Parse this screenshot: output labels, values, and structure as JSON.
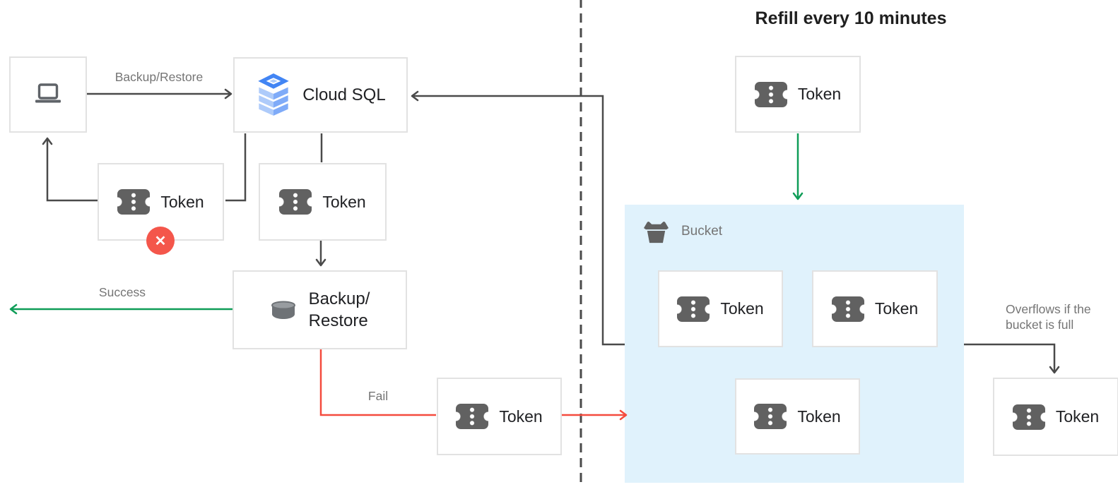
{
  "title": "Refill every 10 minutes",
  "nodes": {
    "cloud_sql": {
      "label": "Cloud SQL"
    },
    "backup_restore": {
      "line1": "Backup/",
      "line2": "Restore"
    },
    "token_label": "Token",
    "bucket_label": "Bucket"
  },
  "edge_labels": {
    "backup_restore": "Backup/Restore",
    "success": "Success",
    "fail": "Fail",
    "overflow_line1": "Overflows if the",
    "overflow_line2": "bucket is full"
  },
  "badge": {
    "error_glyph": "✕"
  },
  "colors": {
    "line_dark": "#4a4a4a",
    "line_green": "#0f9d58",
    "line_red": "#f44b3e",
    "badge_red": "#f4564b",
    "bucket_fill": "#e0f2fc",
    "box_border": "#e2e2e2",
    "gray_text": "#757575",
    "dark_text": "#202124",
    "icon_gray": "#616161",
    "cloud_sql_blue": "#4285f4",
    "cloud_sql_blue_light": "#aecbfa",
    "cloud_sql_blue_mid": "#7fabf8"
  }
}
